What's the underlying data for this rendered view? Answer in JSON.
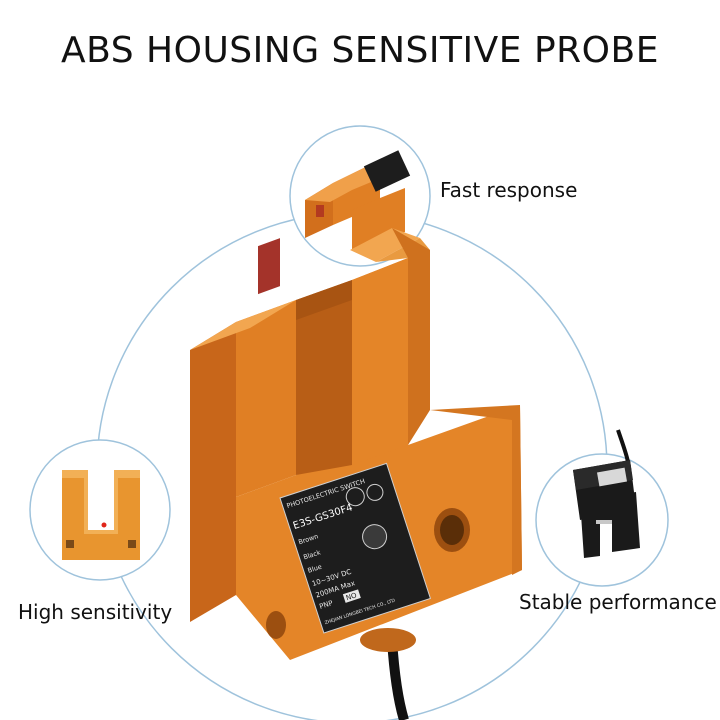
{
  "headline": "ABS HOUSING SENSITIVE PROBE",
  "features": {
    "top": "Fast response",
    "left": "High sensitivity",
    "right": "Stable performance"
  },
  "sensor_label": {
    "line1": "PHOTOELECTRIC SWITCH",
    "model": "E3S-GS30F4",
    "wire_brown": "Brown",
    "wire_black": "Black",
    "wire_blue": "Blue",
    "voltage": "10~30V DC",
    "current": "200MA Max",
    "type": "PNP",
    "mode": "NO",
    "maker": "ZHEJIAN LONGBEI TECH CO., LTD"
  },
  "colors": {
    "housing": "#e07f24",
    "housing_dark": "#b8621a",
    "housing_light": "#f0a04a",
    "circle_line": "#9fc3dc",
    "label_plate": "#1d1d1d",
    "cable": "#111111"
  }
}
